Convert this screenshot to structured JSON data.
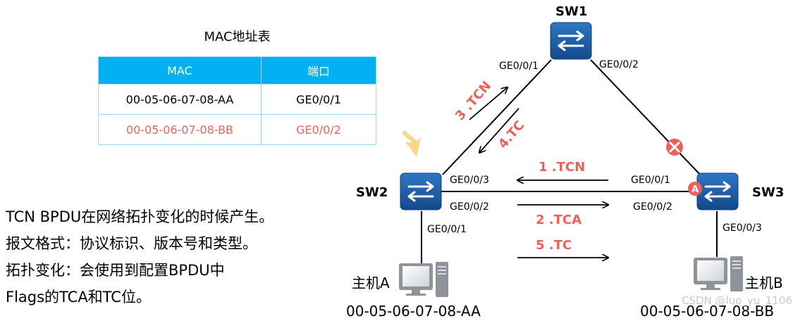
{
  "mac_table": {
    "caption": "MAC地址表",
    "headers": [
      "MAC",
      "端口"
    ],
    "rows": [
      {
        "mac": "00-05-06-07-08-AA",
        "port": "GE0/0/1",
        "highlight": false
      },
      {
        "mac": "00-05-06-07-08-BB",
        "port": "GE0/0/2",
        "highlight": true
      }
    ],
    "highlight_color": "#e8625a"
  },
  "description": [
    "TCN BPDU在网络拓扑变化的时候产生。",
    "报文格式：协议标识、版本号和类型。",
    "拓扑变化：会使用到配置BPDU中",
    "Flags的TCA和TC位。"
  ],
  "switches": {
    "sw1": {
      "label": "SW1",
      "port_left": "GE0/0/1",
      "port_right": "GE0/0/2"
    },
    "sw2": {
      "label": "SW2",
      "port_top": "GE0/0/3",
      "port_mid": "GE0/0/2",
      "port_bottom": "GE0/0/1"
    },
    "sw3": {
      "label": "SW3",
      "port_top": "GE0/0/1",
      "port_mid": "GE0/0/2",
      "port_bottom": "GE0/0/3",
      "badge": "A"
    }
  },
  "hosts": {
    "a": {
      "label": "主机A",
      "mac": "00-05-06-07-08-AA"
    },
    "b": {
      "label": "主机B",
      "mac": "00-05-06-07-08-BB"
    }
  },
  "messages": {
    "m1": "1 .TCN",
    "m2": "2 .TCA",
    "m3": "3 .TCN",
    "m4": "4.TC",
    "m5": "5 .TC"
  },
  "colors": {
    "switch_fill": "#1f5fa8",
    "message": "#e8625a",
    "blocked": "#e8625a",
    "table_header": "#00b0f0"
  },
  "watermark": "CSDN @luo_yu_1106"
}
